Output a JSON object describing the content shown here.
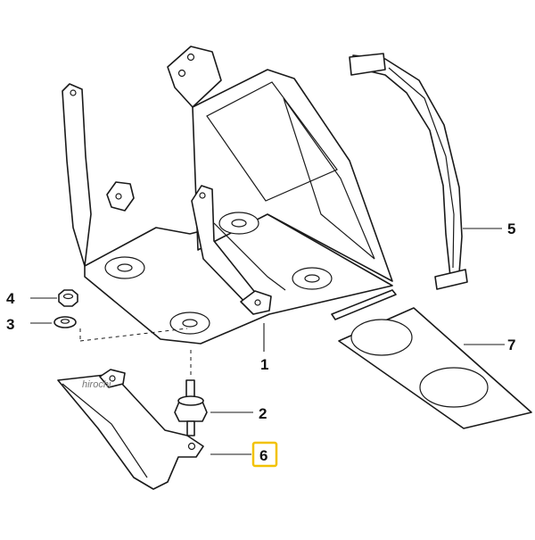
{
  "diagram": {
    "watermark": "hirochi",
    "highlight_color": "#f2c200",
    "callouts": [
      {
        "id": "1",
        "label": "1",
        "part": "battery-tray"
      },
      {
        "id": "2",
        "label": "2",
        "part": "rubber-mount"
      },
      {
        "id": "3",
        "label": "3",
        "part": "washer"
      },
      {
        "id": "4",
        "label": "4",
        "part": "nut"
      },
      {
        "id": "5",
        "label": "5",
        "part": "battery-strap"
      },
      {
        "id": "6",
        "label": "6",
        "part": "bracket",
        "highlighted": true
      },
      {
        "id": "7",
        "label": "7",
        "part": "rubber-mat"
      }
    ]
  }
}
